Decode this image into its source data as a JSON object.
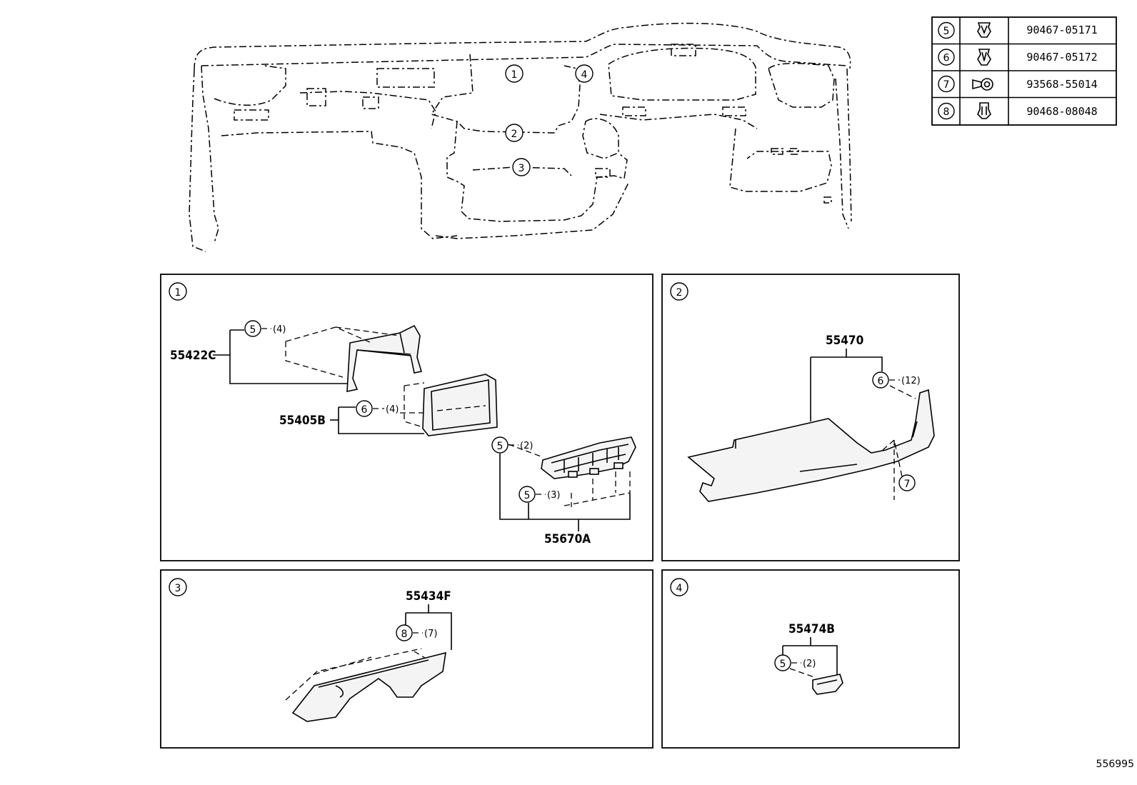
{
  "legend": [
    {
      "num": "5",
      "part": "90467-05171",
      "icon": "clip-icon"
    },
    {
      "num": "6",
      "part": "90467-05172",
      "icon": "clip-icon"
    },
    {
      "num": "7",
      "part": "93568-55014",
      "icon": "screw-icon"
    },
    {
      "num": "8",
      "part": "90468-08048",
      "icon": "clip-icon"
    }
  ],
  "overview": {
    "callouts": [
      "1",
      "2",
      "3",
      "4"
    ]
  },
  "panels": {
    "p1": {
      "num": "1",
      "labels": {
        "a": {
          "part": "55422C",
          "clip": "5",
          "qty": "(4)"
        },
        "b": {
          "part": "55405B",
          "clip": "6",
          "qty": "(4)"
        },
        "c": {
          "part": "55670A",
          "clip1": "5",
          "qty1": "(2)",
          "clip2": "5",
          "qty2": "(3)"
        }
      }
    },
    "p2": {
      "num": "2",
      "part": "55470",
      "clip": "6",
      "qty": "(12)",
      "screw": "7"
    },
    "p3": {
      "num": "3",
      "part": "55434F",
      "clip": "8",
      "qty": "(7)"
    },
    "p4": {
      "num": "4",
      "part": "55474B",
      "clip": "5",
      "qty": "(2)"
    }
  },
  "image_code": "556995"
}
